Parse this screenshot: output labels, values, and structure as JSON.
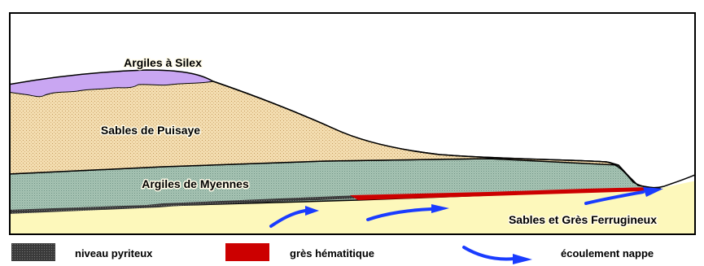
{
  "diagram": {
    "layers": {
      "argiles_silex": "Argiles à Silex",
      "sables_puisaye": "Sables de Puisaye",
      "argiles_myennes": "Argiles de Myennes",
      "sables_gres": "Sables et Grès Ferrugineux"
    },
    "legend": {
      "pyriteux": "niveau pyriteux",
      "hematitique": "grès hématitique",
      "ecoulement": "écoulement nappe"
    },
    "colors": {
      "argiles_silex": "#c9a6f2",
      "sables_puisaye": "#f2dcae",
      "argiles_myennes": "#a9c7b8",
      "sables_gres": "#fdf8bb",
      "pyriteux": "#3c3c3c",
      "hematitique": "#cc0000",
      "ecoulement": "#1a3cff"
    }
  }
}
